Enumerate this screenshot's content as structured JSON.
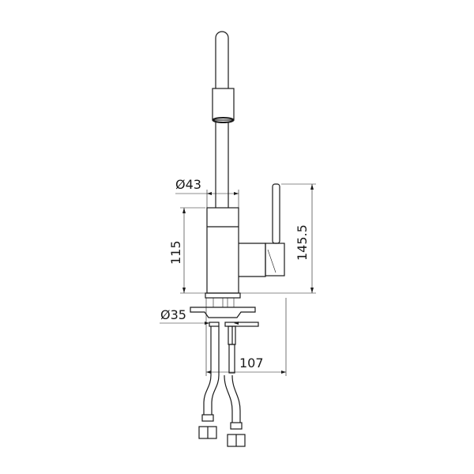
{
  "drawing": {
    "subject": "Kitchen faucet side elevation (technical drawing)",
    "line_color": "#1a1a1a",
    "background": "#ffffff",
    "dimensions": {
      "spout_diameter": "Ø43",
      "body_height": "115",
      "total_height_to_lever": "145.5",
      "base_diameter": "Ø35",
      "mounting_depth": "107"
    }
  }
}
